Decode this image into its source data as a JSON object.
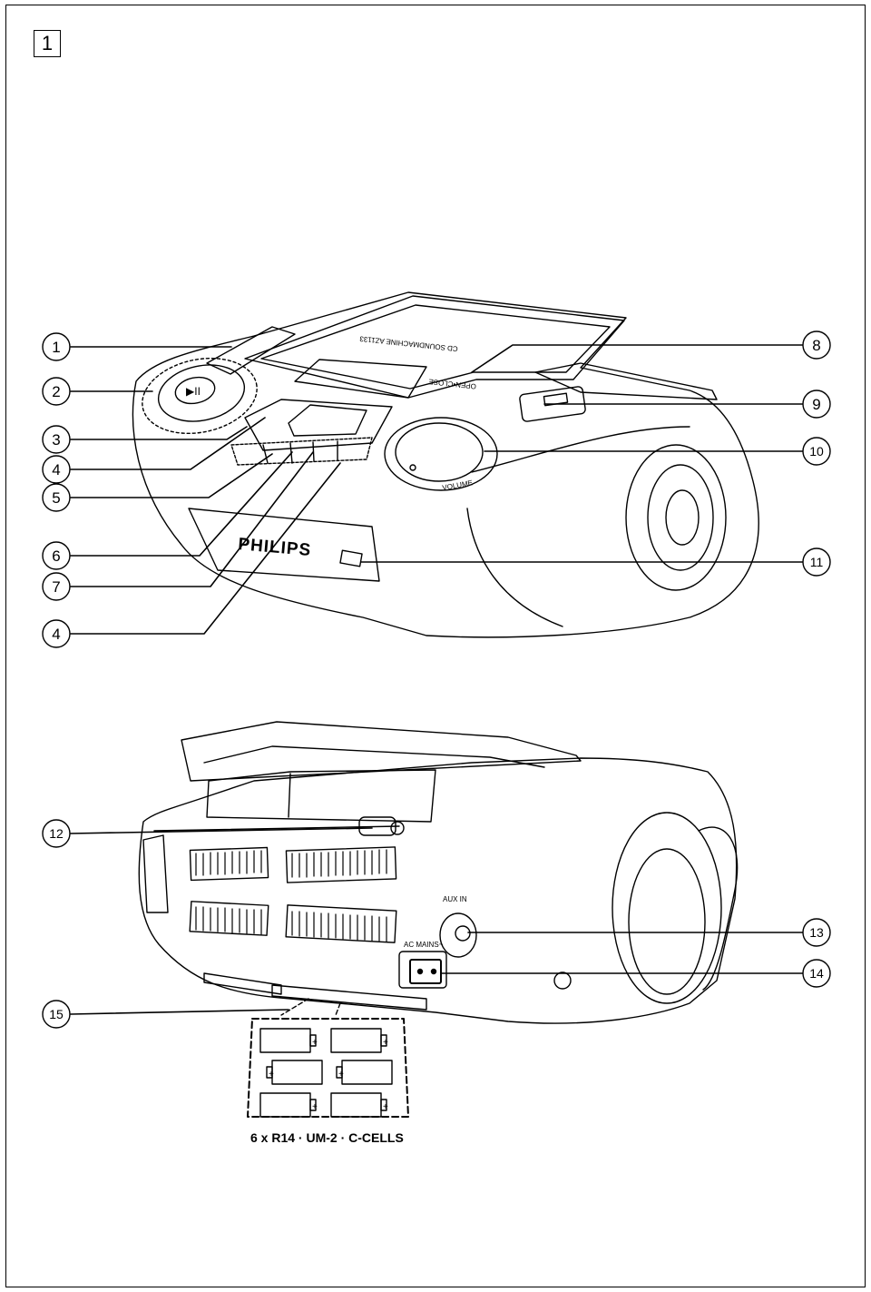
{
  "page_number": "1",
  "callouts_left": [
    {
      "id": "c1",
      "label": "1"
    },
    {
      "id": "c2",
      "label": "2"
    },
    {
      "id": "c3",
      "label": "3"
    },
    {
      "id": "c4a",
      "label": "4"
    },
    {
      "id": "c5",
      "label": "5"
    },
    {
      "id": "c6",
      "label": "6"
    },
    {
      "id": "c7",
      "label": "7"
    },
    {
      "id": "c4b",
      "label": "4"
    },
    {
      "id": "c15",
      "label": "15"
    },
    {
      "id": "c12",
      "label": "12"
    }
  ],
  "callouts_right": [
    {
      "id": "c8",
      "label": "8"
    },
    {
      "id": "c9",
      "label": "9"
    },
    {
      "id": "c10",
      "label": "10"
    },
    {
      "id": "c11",
      "label": "11"
    },
    {
      "id": "c13",
      "label": "13"
    },
    {
      "id": "c14",
      "label": "14"
    }
  ],
  "device_labels": {
    "brand": "PHILIPS",
    "model": "CD SOUNDMACHINE AZ1133",
    "aux_in": "AUX IN",
    "ac_mains": "AC MAINS~",
    "volume": "VOLUME",
    "open_close": "OPEN•CLOSE"
  },
  "battery_caption": "6 x R14 · UM-2 · C-CELLS"
}
